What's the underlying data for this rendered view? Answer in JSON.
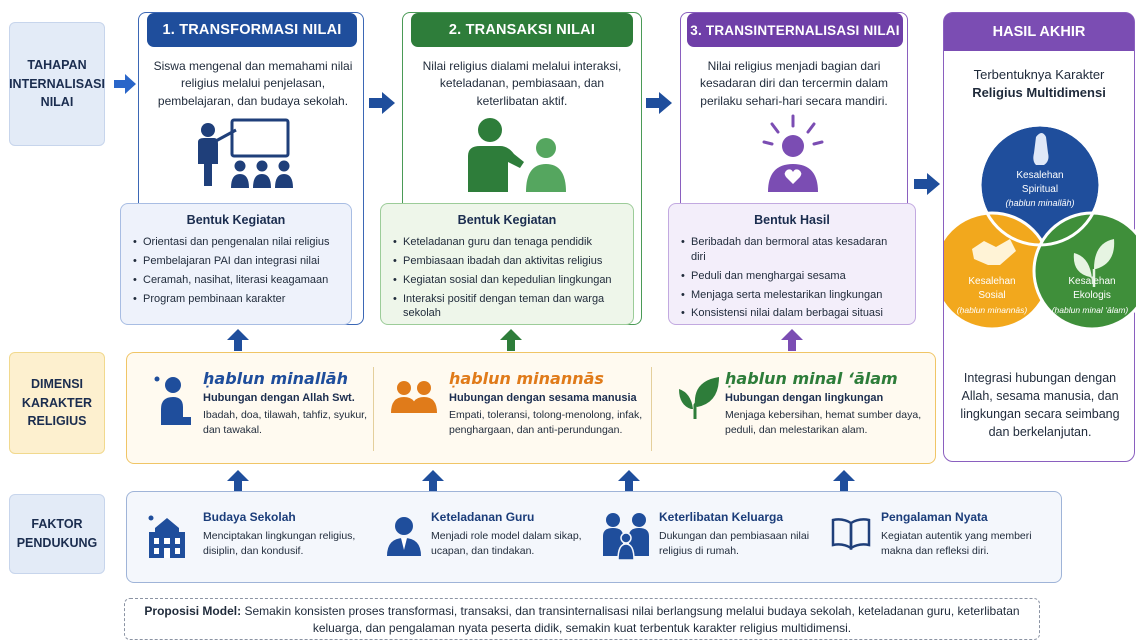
{
  "rows": {
    "stage_label": "TAHAPAN\nINTERNALISASI\nNILAI",
    "dimension_label": "DIMENSI\nKARAKTER\nRELIGIUS",
    "support_label": "FAKTOR\nPENDUKUNG"
  },
  "stages": [
    {
      "title": "1. TRANSFORMASI NILAI",
      "description": "Siswa mengenal dan memahami nilai religius melalui penjelasan, pembelajaran, dan budaya sekolah.",
      "box_title": "Bentuk Kegiatan",
      "items": [
        "Orientasi dan pengenalan nilai religius",
        "Pembelajaran PAI dan integrasi nilai",
        "Ceramah, nasihat, literasi keagamaan",
        "Program pembinaan karakter"
      ],
      "color": "#1f4e9c"
    },
    {
      "title": "2. TRANSAKSI NILAI",
      "description": "Nilai religius dialami melalui interaksi, keteladanan, pembiasaan, dan keterlibatan aktif.",
      "box_title": "Bentuk Kegiatan",
      "items": [
        "Keteladanan guru dan tenaga pendidik",
        "Pembiasaan ibadah dan aktivitas religius",
        "Kegiatan sosial dan kepedulian lingkungan",
        "Interaksi positif dengan teman dan warga sekolah"
      ],
      "color": "#2e7d3a"
    },
    {
      "title": "3. TRANSINTERNALISASI NILAI",
      "description": "Nilai religius menjadi bagian dari kesadaran diri dan tercermin dalam perilaku sehari-hari secara mandiri.",
      "box_title": "Bentuk Hasil",
      "items": [
        "Beribadah dan bermoral atas kesadaran diri",
        "Peduli dan menghargai sesama",
        "Menjaga serta melestarikan lingkungan",
        "Konsistensi nilai dalam berbagai situasi"
      ],
      "color": "#6f3fa8"
    }
  ],
  "result": {
    "title": "HASIL AKHIR",
    "subtitle_line1": "Terbentuknya Karakter",
    "subtitle_line2": "Religius Multidimensi",
    "spiritual_label": "Kesalehan\nSpiritual",
    "spiritual_sub": "(ḥablun minallāh)",
    "social_label": "Kesalehan\nSosial",
    "social_sub": "(ḥablun minannās)",
    "eco_label": "Kesalehan\nEkologis",
    "eco_sub": "(ḥablun minal ‘ālam)",
    "footer": "Integrasi hubungan dengan Allah, sesama manusia, dan lingkungan secara seimbang dan berkelanjutan."
  },
  "dimensions": [
    {
      "title": "ḥablun minallāh",
      "subtitle": "Hubungan dengan Allah Swt.",
      "text": "Ibadah, doa, tilawah, tahfiz, syukur, dan tawakal.",
      "color": "#1f4e9c"
    },
    {
      "title": "ḥablun minannās",
      "subtitle": "Hubungan dengan sesama manusia",
      "text": "Empati, toleransi, tolong-menolong, infak, penghargaan, dan anti-perundungan.",
      "color": "#e07b1a"
    },
    {
      "title": "ḥablun minal ‘ālam",
      "subtitle": "Hubungan dengan lingkungan",
      "text": "Menjaga kebersihan, hemat sumber daya, peduli, dan melestarikan alam.",
      "color": "#2e7d3a"
    }
  ],
  "supports": [
    {
      "title": "Budaya Sekolah",
      "text": "Menciptakan lingkungan religius, disiplin, dan kondusif."
    },
    {
      "title": "Keteladanan Guru",
      "text": "Menjadi role model dalam sikap, ucapan, dan tindakan."
    },
    {
      "title": "Keterlibatan Keluarga",
      "text": "Dukungan dan pembiasaan nilai religius di rumah."
    },
    {
      "title": "Pengalaman Nyata",
      "text": "Kegiatan autentik yang memberi makna dan refleksi diri."
    }
  ],
  "proposition": {
    "label": "Proposisi Model:",
    "text": "Semakin konsisten proses transformasi, transaksi, dan transinternalisasi nilai berlangsung melalui budaya sekolah, keteladanan guru, keterlibatan keluarga, dan pengalaman nyata peserta didik, semakin kuat terbentuk karakter religius multidimensi."
  }
}
